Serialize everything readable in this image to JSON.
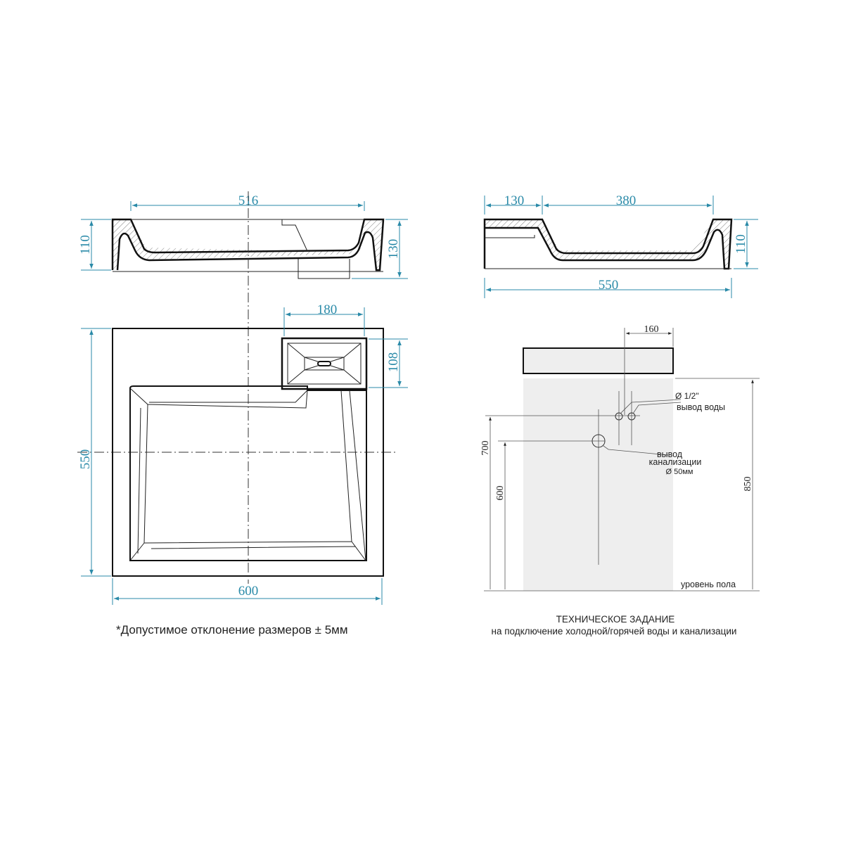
{
  "colors": {
    "dimension": "#2a8aa8",
    "outline": "#111111",
    "zone": "#eeeeee"
  },
  "front_section": {
    "width_label": "516",
    "left_height_label": "110",
    "right_height_label": "130"
  },
  "plan_view": {
    "box_width_label": "180",
    "box_depth_label": "108",
    "depth_label": "550",
    "width_label": "600"
  },
  "side_section": {
    "back_label": "130",
    "basin_label": "380",
    "total_label": "550",
    "height_label": "110"
  },
  "installation": {
    "offset_label": "160",
    "water_diameter": "Ø 1/2\"",
    "water_label": "вывод воды",
    "drain_label_1": "вывод",
    "drain_label_2": "канализации",
    "drain_diameter": "Ø 50мм",
    "water_height_label": "700",
    "drain_height_label": "600",
    "top_height_label": "850",
    "floor_label": "уровень пола"
  },
  "footer": {
    "tolerance_note": "*Допустимое отклонение размеров ± 5мм",
    "spec_title": "ТЕХНИЧЕСКОЕ ЗАДАНИЕ",
    "spec_subtitle": "на подключение холодной/горячей воды и канализации"
  }
}
